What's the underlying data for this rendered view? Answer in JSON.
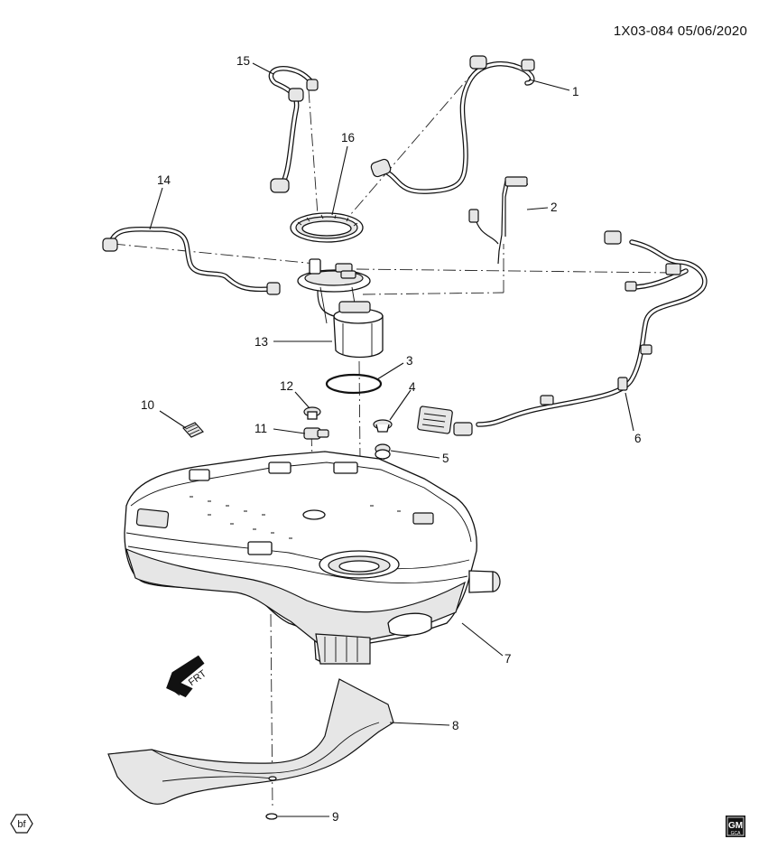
{
  "header": {
    "code": "1X03-084  05/06/2020"
  },
  "callouts": [
    {
      "id": "c1",
      "label": "1"
    },
    {
      "id": "c2",
      "label": "2"
    },
    {
      "id": "c3",
      "label": "3"
    },
    {
      "id": "c4",
      "label": "4"
    },
    {
      "id": "c5",
      "label": "5"
    },
    {
      "id": "c6",
      "label": "6"
    },
    {
      "id": "c7",
      "label": "7"
    },
    {
      "id": "c8",
      "label": "8"
    },
    {
      "id": "c9",
      "label": "9"
    },
    {
      "id": "c10",
      "label": "10"
    },
    {
      "id": "c11",
      "label": "11"
    },
    {
      "id": "c12",
      "label": "12"
    },
    {
      "id": "c13",
      "label": "13"
    },
    {
      "id": "c14",
      "label": "14"
    },
    {
      "id": "c15",
      "label": "15"
    },
    {
      "id": "c16",
      "label": "16"
    }
  ],
  "front_arrow": {
    "label": "FRT"
  },
  "footer": {
    "badge": "bf",
    "logo_top": "GM",
    "logo_bottom": "GCA"
  }
}
